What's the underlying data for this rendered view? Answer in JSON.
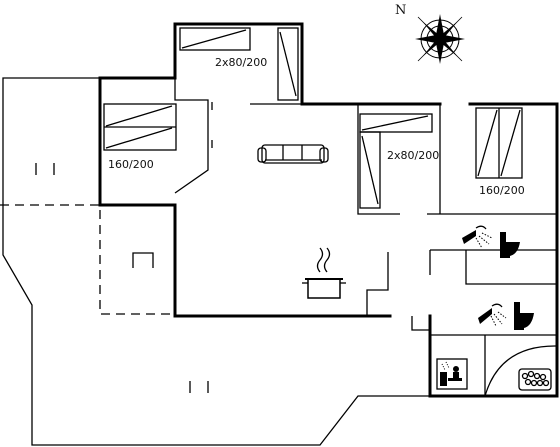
{
  "compass": {
    "label": "N"
  },
  "beds": {
    "top_room": "2x80/200",
    "left_room": "160/200",
    "mid_right_room": "2x80/200",
    "far_right_room": "160/200"
  },
  "icons": [
    "compass-icon",
    "sofa-icon",
    "cooking-pot-icon",
    "shower-icon",
    "toilet-icon",
    "sauna-icon",
    "whirlpool-icon"
  ]
}
